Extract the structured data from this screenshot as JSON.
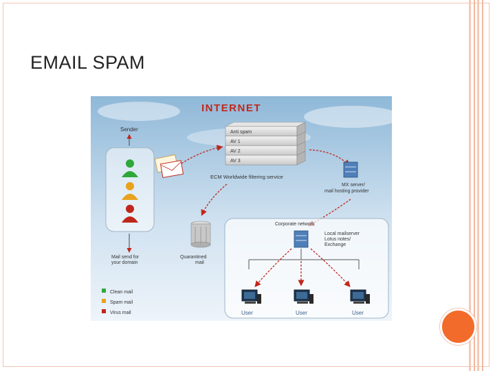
{
  "slide": {
    "title": "EMAIL SPAM"
  },
  "diagram": {
    "heading": "INTERNET",
    "sender_label": "Sender",
    "stack_layers": [
      "Anti spam",
      "AV 1",
      "AV 2",
      "AV 3"
    ],
    "filter_label": "ECM Worldwide filtering service",
    "mx_label_line1": "MX server/",
    "mx_label_line2": "mail hosting provider",
    "corp_label": "Corporate network",
    "local_label_line1": "Local mailserver",
    "local_label_line2": "Lotus notes/",
    "local_label_line3": "Exchange",
    "mailsend_line1": "Mail send for",
    "mailsend_line2": "your domain",
    "quarantine_line1": "Quarantined",
    "quarantine_line2": "mail",
    "users": [
      "User",
      "User",
      "User"
    ],
    "legend": [
      {
        "label": "Clean mail",
        "color": "#2fa83a"
      },
      {
        "label": "Spam mail",
        "color": "#e8a21c"
      },
      {
        "label": "Virus mail",
        "color": "#c0271c"
      }
    ],
    "colors": {
      "heading": "#c0271c",
      "arrow": "#c0271c",
      "sky_top": "#8fb8d8",
      "sky_bottom": "#e9f2fa"
    }
  }
}
